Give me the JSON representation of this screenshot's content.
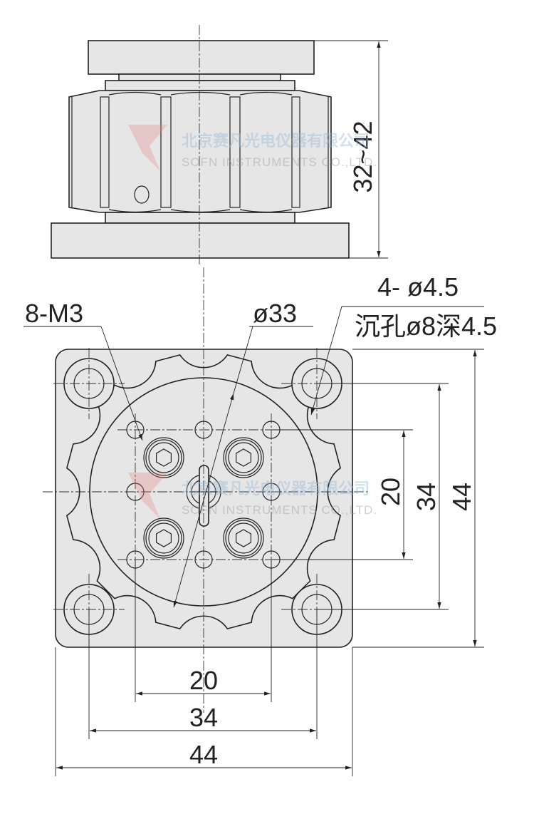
{
  "side_view": {
    "height_dim": "32~42"
  },
  "top_view": {
    "thread_label": "8-M3",
    "diameter_label": "ø33",
    "mount_hole_label": "4- ø4.5",
    "counterbore_label": "沉孔ø8深4.5",
    "horiz_dims": [
      "20",
      "34",
      "44"
    ],
    "vert_dims": [
      "20",
      "34",
      "44"
    ]
  },
  "watermark": {
    "company_cn": "北京赛凡光电仪器有限公司",
    "company_en": "SOFN INSTRUMENTS CO.,LTD."
  },
  "colors": {
    "part_fill": "#e6e6e6",
    "line": "#222222",
    "watermark_blue": "#9bbcd8",
    "watermark_red": "#e88080"
  }
}
